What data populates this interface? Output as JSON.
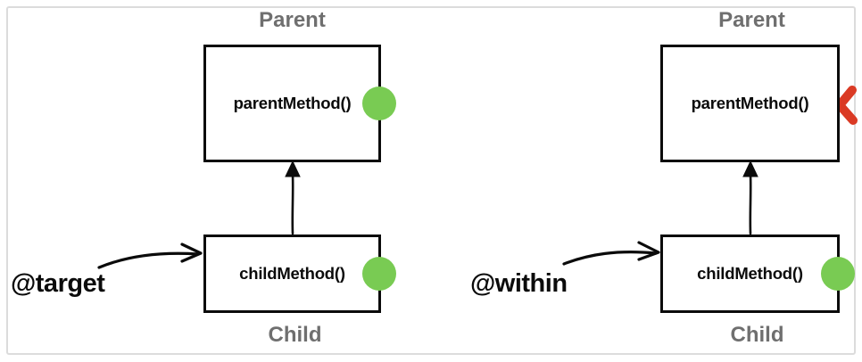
{
  "colors": {
    "match_green": "#79cb53",
    "no_match_red": "#da3a24",
    "title_gray": "#6f6f6f",
    "ink_black": "#0b0b0b",
    "frame_gray": "#dcdcdc"
  },
  "diagrams": [
    {
      "annotation": "@target",
      "parent": {
        "title": "Parent",
        "method": "parentMethod()",
        "method_matched": true,
        "marker": "green-dot"
      },
      "child": {
        "title": "Child",
        "method": "childMethod()",
        "method_matched": true,
        "marker": "green-dot"
      }
    },
    {
      "annotation": "@within",
      "parent": {
        "title": "Parent",
        "method": "parentMethod()",
        "method_matched": false,
        "marker": "red-x"
      },
      "child": {
        "title": "Child",
        "method": "childMethod()",
        "method_matched": true,
        "marker": "green-dot"
      }
    }
  ]
}
